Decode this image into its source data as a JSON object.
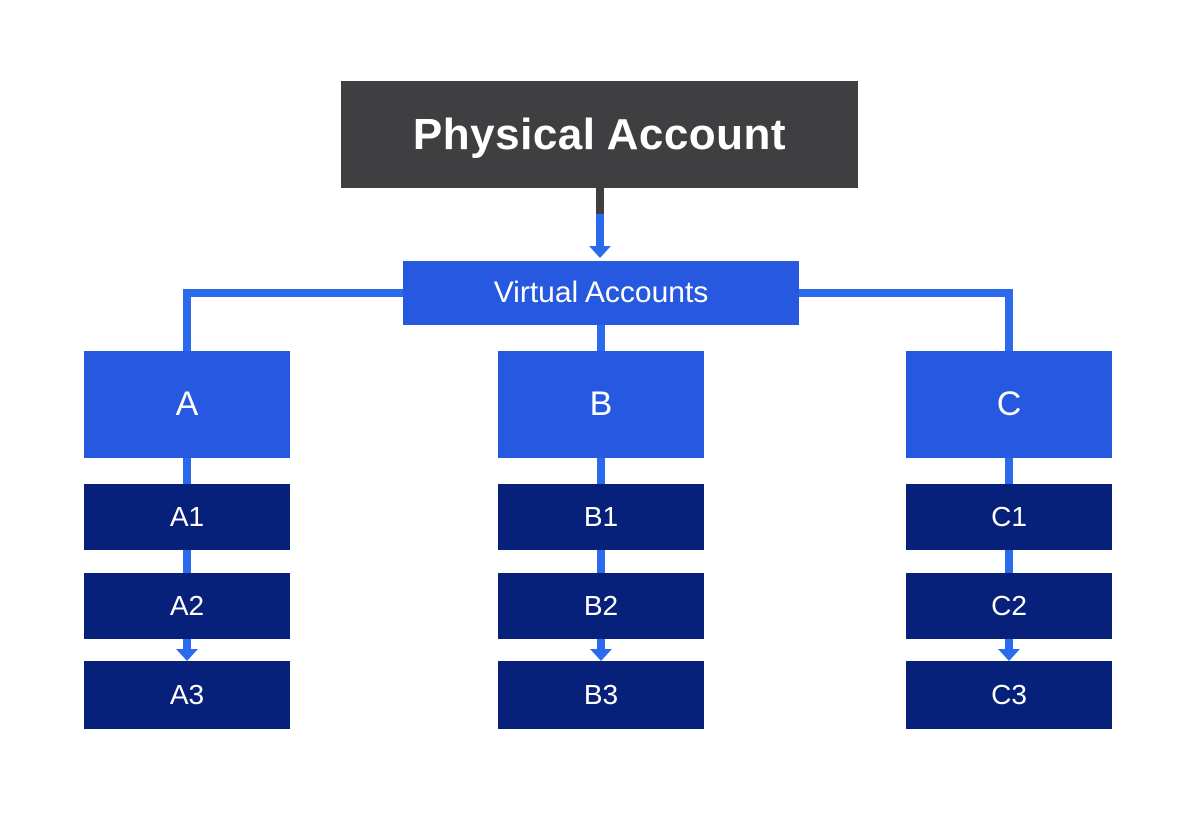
{
  "diagram": {
    "root": {
      "label": "Physical Account"
    },
    "level2": {
      "label": "Virtual Accounts"
    },
    "columns": [
      {
        "label": "A",
        "children": [
          "A1",
          "A2",
          "A3"
        ]
      },
      {
        "label": "B",
        "children": [
          "B1",
          "B2",
          "B3"
        ]
      },
      {
        "label": "C",
        "children": [
          "C1",
          "C2",
          "C3"
        ]
      }
    ],
    "colors": {
      "root_bg": "#3F3F41",
      "box_blue": "#2659DF",
      "navy_bg": "#07207A",
      "connector": "#2A6AEC",
      "text": "#FFFFFF",
      "page_bg": "#FFFFFF"
    }
  }
}
